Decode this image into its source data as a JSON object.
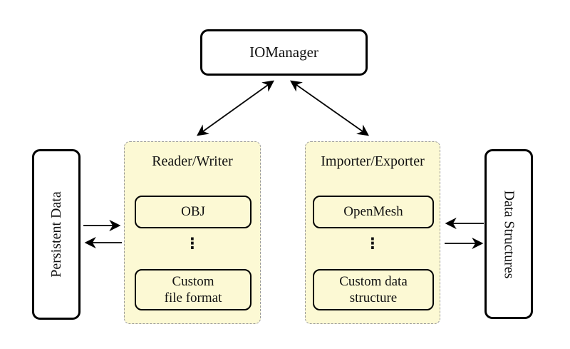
{
  "nodes": {
    "iomanager": {
      "label": "IOManager"
    },
    "persistent_data": {
      "label": "Persistent Data"
    },
    "data_structures": {
      "label": "Data Structures"
    },
    "reader_writer": {
      "title": "Reader/Writer",
      "items": [
        {
          "label": "OBJ"
        },
        {
          "label": "⋮"
        },
        {
          "label": "Custom\nfile format"
        }
      ]
    },
    "importer_exporter": {
      "title": "Importer/Exporter",
      "items": [
        {
          "label": "OpenMesh"
        },
        {
          "label": "⋮"
        },
        {
          "label": "Custom data\nstructure"
        }
      ]
    }
  },
  "edges": [
    {
      "from": "iomanager",
      "to": "reader_writer",
      "direction": "bidirectional"
    },
    {
      "from": "iomanager",
      "to": "importer_exporter",
      "direction": "bidirectional"
    },
    {
      "from": "persistent_data",
      "to": "reader_writer",
      "direction": "right"
    },
    {
      "from": "reader_writer",
      "to": "persistent_data",
      "direction": "left"
    },
    {
      "from": "data_structures",
      "to": "importer_exporter",
      "direction": "left"
    },
    {
      "from": "importer_exporter",
      "to": "data_structures",
      "direction": "right"
    }
  ],
  "colors": {
    "background": "#ffffff",
    "group_fill": "#fcf9d4",
    "group_border": "#999999",
    "node_border": "#000000",
    "node_fill": "#ffffff",
    "arrow": "#000000",
    "text": "#111111"
  }
}
